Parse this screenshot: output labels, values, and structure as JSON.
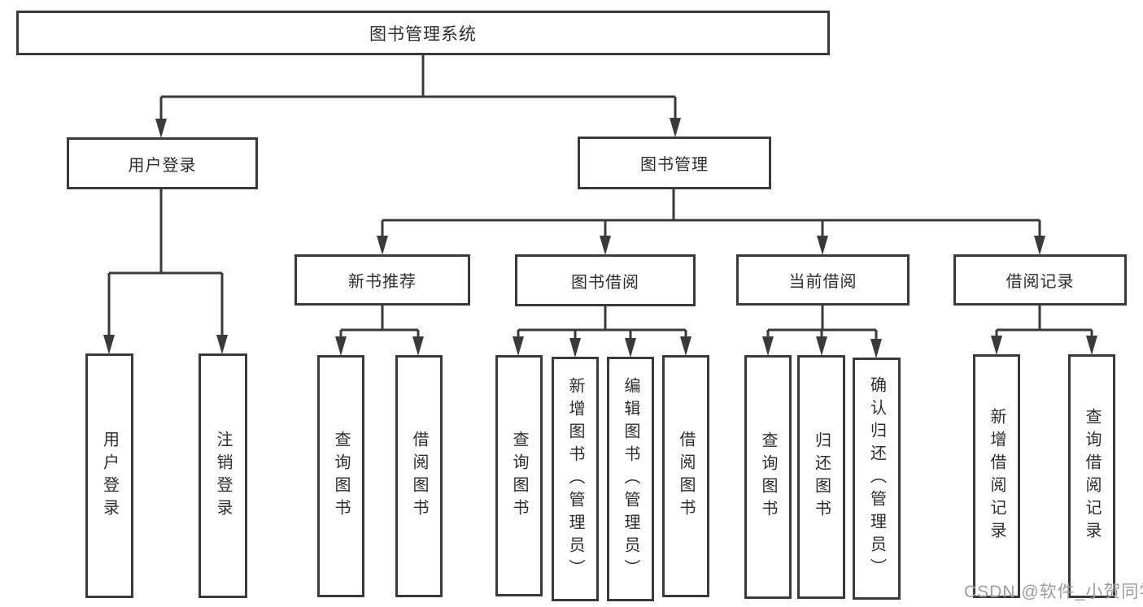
{
  "diagram": {
    "tree": {
      "root": {
        "label": "图书管理系统"
      },
      "branches": [
        {
          "label": "用户登录",
          "children": [
            {
              "label": "用户登录"
            },
            {
              "label": "注销登录"
            }
          ]
        },
        {
          "label": "图书管理",
          "children": [
            {
              "label": "新书推荐",
              "children": [
                {
                  "label": "查询图书"
                },
                {
                  "label": "借阅图书"
                }
              ]
            },
            {
              "label": "图书借阅",
              "children": [
                {
                  "label": "查询图书"
                },
                {
                  "label": "新增图书（管理员）"
                },
                {
                  "label": "编辑图书（管理员）"
                },
                {
                  "label": "借阅图书"
                }
              ]
            },
            {
              "label": "当前借阅",
              "children": [
                {
                  "label": "查询图书"
                },
                {
                  "label": "归还图书"
                },
                {
                  "label": "确认归还（管理员）"
                }
              ]
            },
            {
              "label": "借阅记录",
              "children": [
                {
                  "label": "新增借阅记录"
                },
                {
                  "label": "查询借阅记录"
                }
              ]
            }
          ]
        }
      ]
    }
  },
  "watermark": "CSDN @软件_小贺同学",
  "colors": {
    "line": "#3a3a3a",
    "text": "#2d2d2d",
    "watermark": "#9c9c9c",
    "bg": "#ffffff"
  }
}
